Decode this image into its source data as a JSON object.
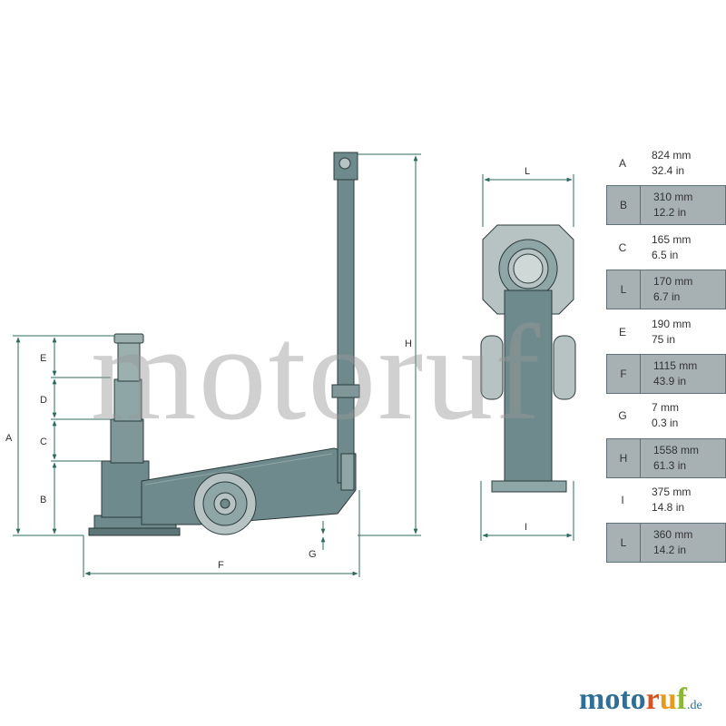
{
  "colors": {
    "body": "#6f8a8c",
    "bodyLight": "#8fa6a6",
    "outline": "#2b3a3b",
    "dim": "#2e6b5f",
    "wheel": "#b7c3c2",
    "panel": "#a7b1b4",
    "panelBorder": "#5f7176"
  },
  "side_view_labels": {
    "A": "A",
    "B": "B",
    "C": "C",
    "D": "D",
    "E": "E",
    "F": "F",
    "G": "G",
    "H": "H"
  },
  "front_view_labels": {
    "top": "L",
    "bottom": "I"
  },
  "specs": [
    {
      "letter": "A",
      "mm": "824 mm",
      "in": "32.4 in",
      "shaded": false
    },
    {
      "letter": "B",
      "mm": "310 mm",
      "in": "12.2 in",
      "shaded": true
    },
    {
      "letter": "C",
      "mm": "165 mm",
      "in": "6.5 in",
      "shaded": false
    },
    {
      "letter": "L",
      "mm": "170 mm",
      "in": "6.7 in",
      "shaded": true
    },
    {
      "letter": "E",
      "mm": "190 mm",
      "in": "75 in",
      "shaded": false
    },
    {
      "letter": "F",
      "mm": "1115 mm",
      "in": "43.9 in",
      "shaded": true
    },
    {
      "letter": "G",
      "mm": "7 mm",
      "in": "0.3 in",
      "shaded": false
    },
    {
      "letter": "H",
      "mm": "1558 mm",
      "in": "61.3 in",
      "shaded": true
    },
    {
      "letter": "I",
      "mm": "375 mm",
      "in": "14.8 in",
      "shaded": false
    },
    {
      "letter": "L",
      "mm": "360 mm",
      "in": "14.2 in",
      "shaded": true
    }
  ],
  "watermark": "motoruf",
  "logo": {
    "part1": "moto",
    "r": "r",
    "u": "u",
    "f": "f",
    "tld": ".de"
  }
}
